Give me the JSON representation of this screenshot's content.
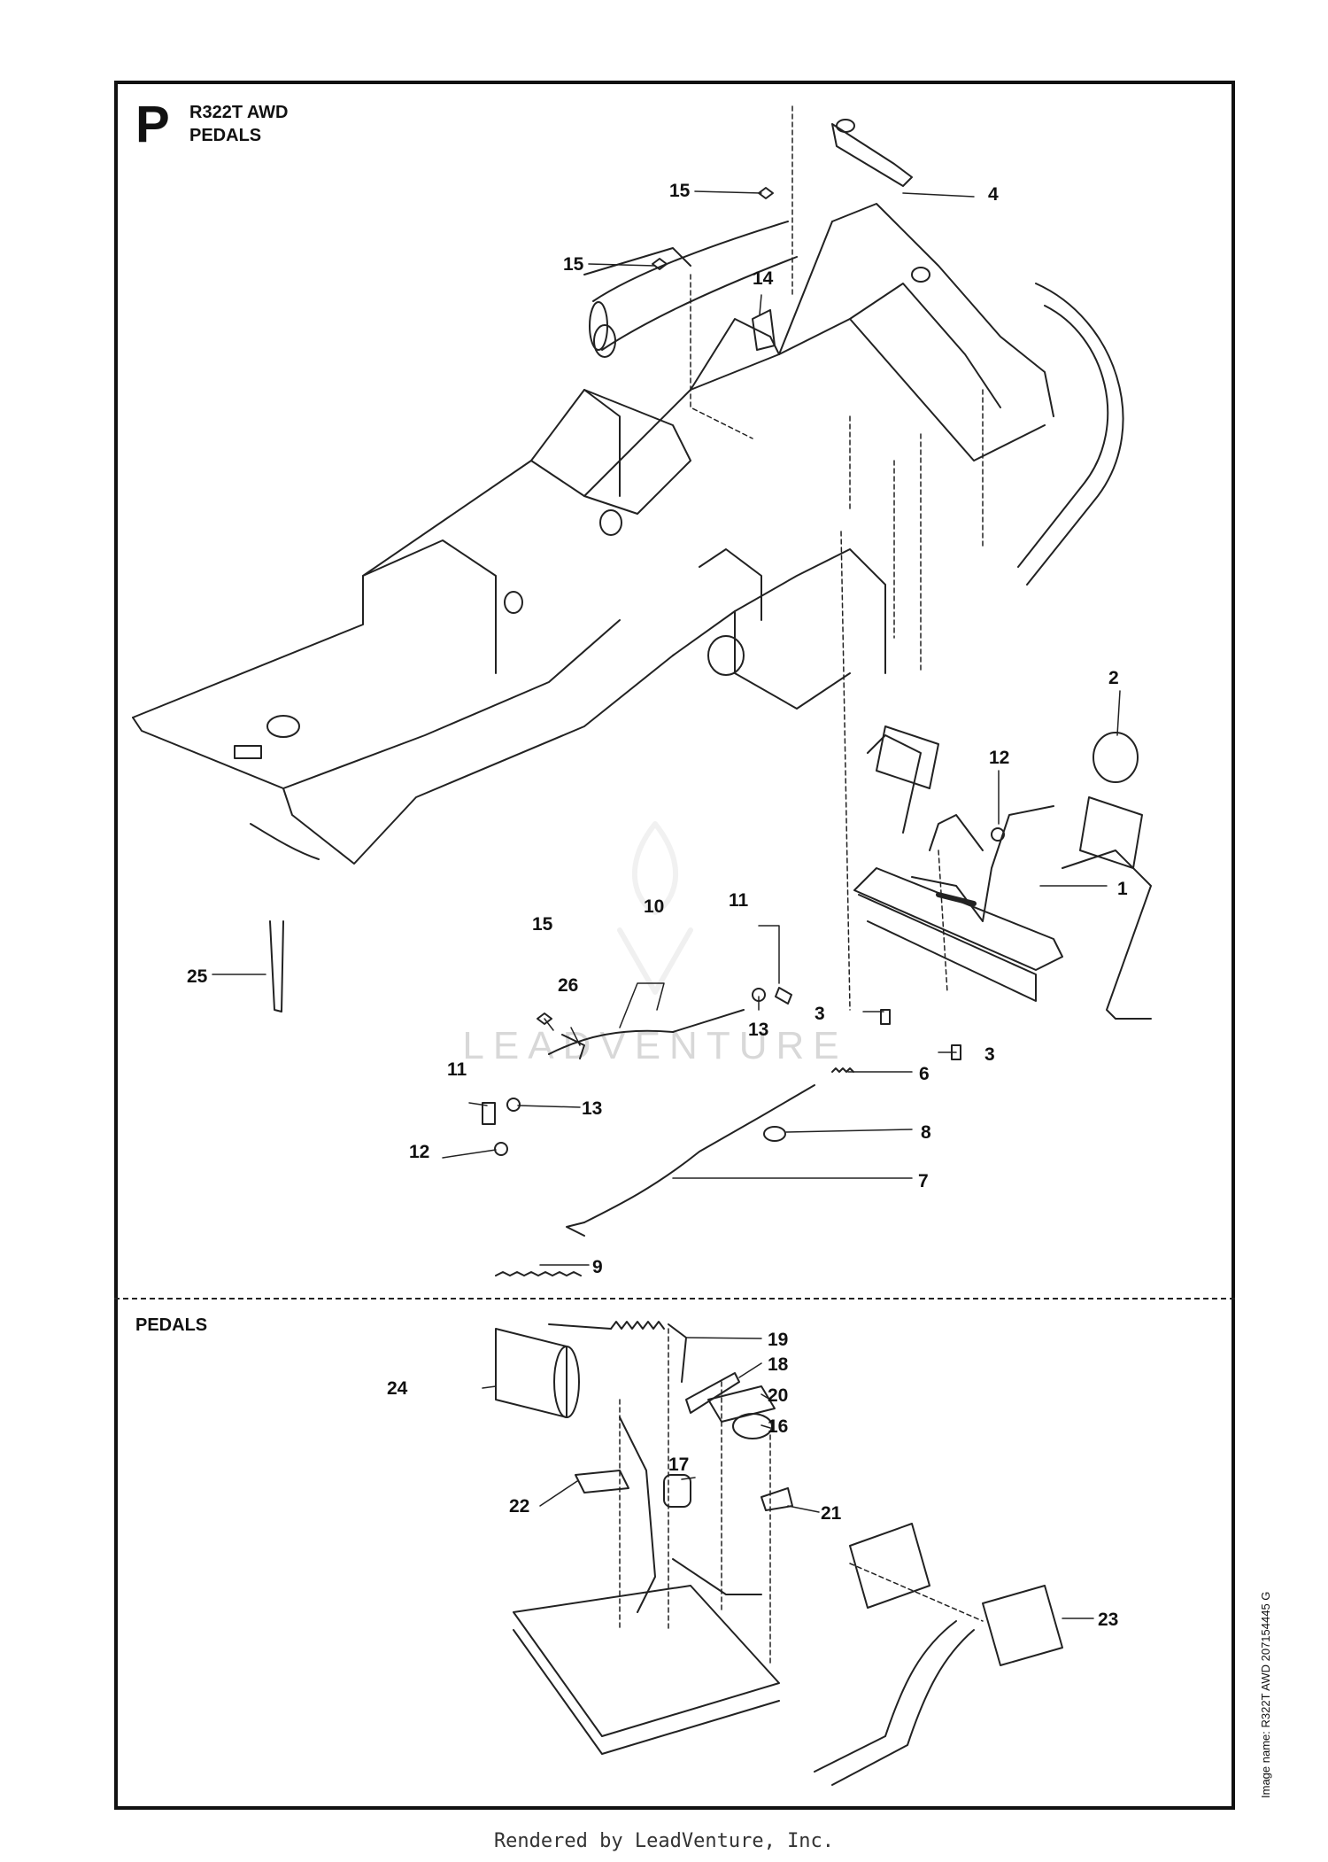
{
  "page": {
    "section_letter": "P",
    "model": "R322T AWD",
    "title": "PEDALS",
    "subsection_title": "PEDALS",
    "image_id": "Image name: R322T AWD 207154445 G",
    "footer": "Rendered by LeadVenture, Inc."
  },
  "watermark": {
    "text": "LEADVENTURE"
  },
  "callouts": {
    "c1": "1",
    "c2": "2",
    "c3a": "3",
    "c3b": "3",
    "c4": "4",
    "c6": "6",
    "c7": "7",
    "c8": "8",
    "c9": "9",
    "c10": "10",
    "c11a": "11",
    "c11b": "11",
    "c12a": "12",
    "c12b": "12",
    "c13a": "13",
    "c13b": "13",
    "c14": "14",
    "c15a": "15",
    "c15b": "15",
    "c15c": "15",
    "c16": "16",
    "c17": "17",
    "c18": "18",
    "c19": "19",
    "c20": "20",
    "c21": "21",
    "c22": "22",
    "c23": "23",
    "c24": "24",
    "c25": "25",
    "c26": "26"
  }
}
